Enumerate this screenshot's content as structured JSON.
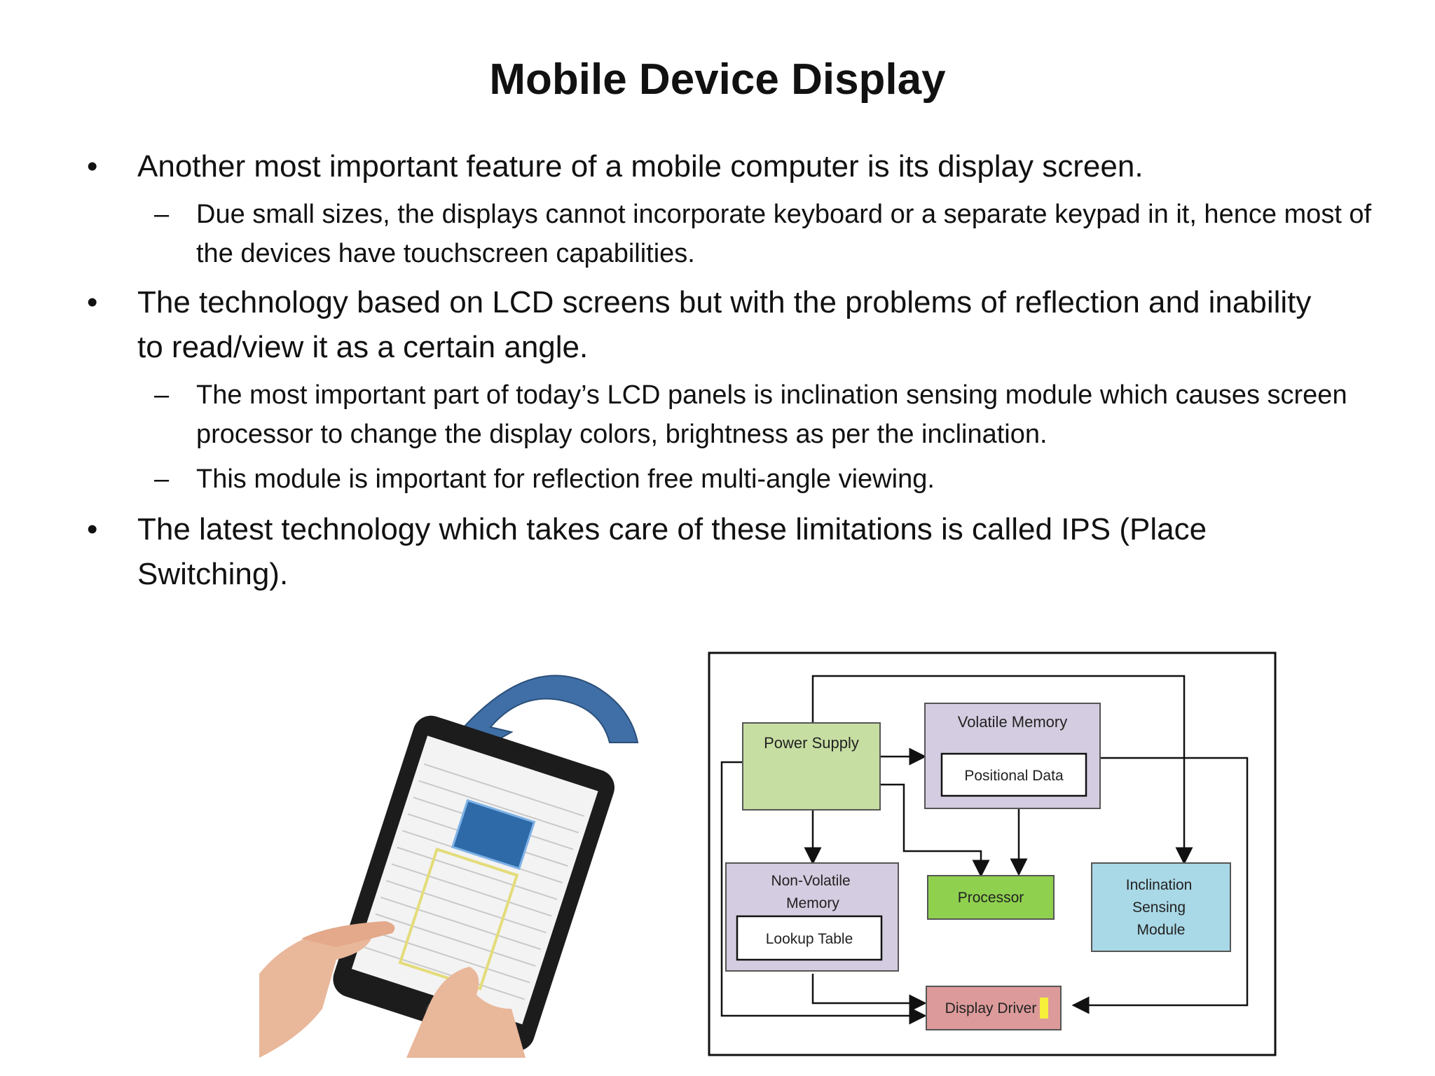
{
  "slide": {
    "title": "Mobile Device Display",
    "bullets": [
      {
        "text": "Another most important feature of a mobile computer  is its display screen.",
        "subs": [
          "Due small sizes, the displays cannot incorporate keyboard or a separate keypad in it, hence most of the devices have touchscreen capabilities."
        ]
      },
      {
        "text": "The technology based on LCD screens but with the problems of reflection and inability to read/view it as a certain angle.",
        "subs": [
          "The most important part of today’s LCD panels is inclination sensing  module which causes screen processor to change the display colors, brightness as per the inclination.",
          "This module is important for reflection free  multi-angle viewing."
        ]
      },
      {
        "text": "The latest technology which takes care of these limitations is called IPS (Place Switching).",
        "subs": []
      }
    ]
  },
  "diagram": {
    "power_supply": "Power Supply",
    "volatile_memory": "Volatile Memory",
    "positional_data": "Positional Data",
    "non_volatile_memory": "Non-Volatile Memory",
    "lookup_table": "Lookup Table",
    "processor": "Processor",
    "inclination_module": "Inclination Sensing Module",
    "display_driver": "Display Driver",
    "colors": {
      "power_supply": "#c7dea2",
      "memory": "#d4cce0",
      "processor": "#8fd14f",
      "inclination": "#a9d8e6",
      "display_driver": "#dc9a9a",
      "arrow_blue": "#3f6fa6"
    }
  }
}
